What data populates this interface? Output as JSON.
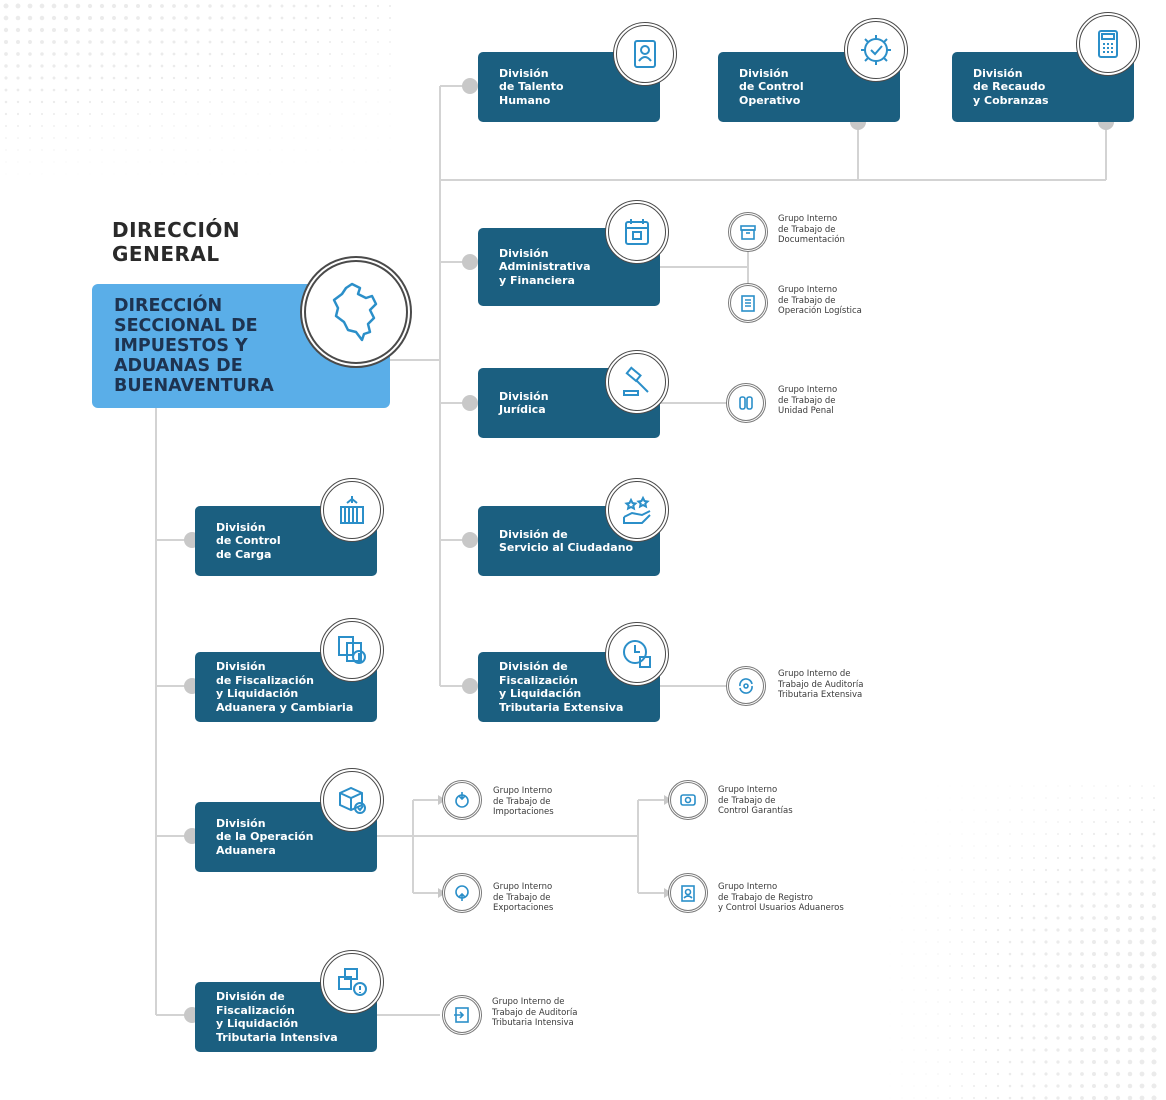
{
  "colors": {
    "box": "#1b5f80",
    "main_box": "#5aaee8",
    "connector": "#d3d3d3",
    "node": "#c8c8c8",
    "icon_stroke": "#2b8fc9"
  },
  "title": "DIRECCIÓN\nGENERAL",
  "main_box": {
    "label": "DIRECCIÓN\nSECCIONAL DE\nIMPUESTOS Y\nADUANAS DE\nBUENAVENTURA",
    "icon": "colombia-map-icon"
  },
  "divisions": {
    "talento": {
      "label": "División\nde Talento\nHumano",
      "icon": "employee-id-icon"
    },
    "control_operativo": {
      "label": "División\nde Control\nOperativo",
      "icon": "gear-check-icon"
    },
    "recaudo": {
      "label": "División\nde Recaudo\ny Cobranzas",
      "icon": "calculator-icon"
    },
    "administrativa": {
      "label": "División\nAdministrativa\ny Financiera",
      "icon": "calendar-icon"
    },
    "juridica": {
      "label": "División\nJurídica",
      "icon": "gavel-icon"
    },
    "servicio": {
      "label": "División de\nServicio al Ciudadano",
      "icon": "hand-stars-icon"
    },
    "fiscalizacion_extensiva": {
      "label": "División de\nFiscalización\ny Liquidación\nTributaria Extensiva",
      "icon": "clock-document-icon"
    },
    "control_carga": {
      "label": "División\nde Control\nde Carga",
      "icon": "cargo-container-icon"
    },
    "fiscalizacion_aduanera": {
      "label": "División\nde Fiscalización\ny Liquidación\nAduanera y Cambiaria",
      "icon": "documents-money-icon"
    },
    "operacion_aduanera": {
      "label": "División\nde la Operación\nAduanera",
      "icon": "package-check-icon"
    },
    "fiscalizacion_intensiva": {
      "label": "División de\nFiscalización\ny Liquidación\nTributaria Intensiva",
      "icon": "boxes-alert-icon"
    }
  },
  "groups": {
    "documentacion": {
      "label": "Grupo Interno\nde Trabajo de\nDocumentación",
      "icon": "archive-icon"
    },
    "operacion_logistica": {
      "label": "Grupo Interno\nde Trabajo de\nOperación Logística",
      "icon": "clipboard-list-icon"
    },
    "unidad_penal": {
      "label": "Grupo Interno\nde Trabajo de\nUnidad Penal",
      "icon": "handcuffs-icon"
    },
    "auditoria_extensiva": {
      "label": "Grupo Interno de\nTrabajo de Auditoría\nTributaria Extensiva",
      "icon": "audit-cycle-icon"
    },
    "importaciones": {
      "label": "Grupo Interno\nde Trabajo de\nImportaciones",
      "icon": "import-globe-icon"
    },
    "exportaciones": {
      "label": "Grupo Interno\nde Trabajo de\nExportaciones",
      "icon": "export-globe-icon"
    },
    "control_garantias": {
      "label": "Grupo Interno\nde Trabajo de\nControl Garantías",
      "icon": "guarantee-icon"
    },
    "registro_usuarios": {
      "label": "Grupo Interno\nde Trabajo de Registro\ny Control Usuarios Aduaneros",
      "icon": "user-registry-icon"
    },
    "auditoria_intensiva": {
      "label": "Grupo Interno de\nTrabajo de Auditoría\nTributaria Intensiva",
      "icon": "document-exit-icon"
    }
  }
}
